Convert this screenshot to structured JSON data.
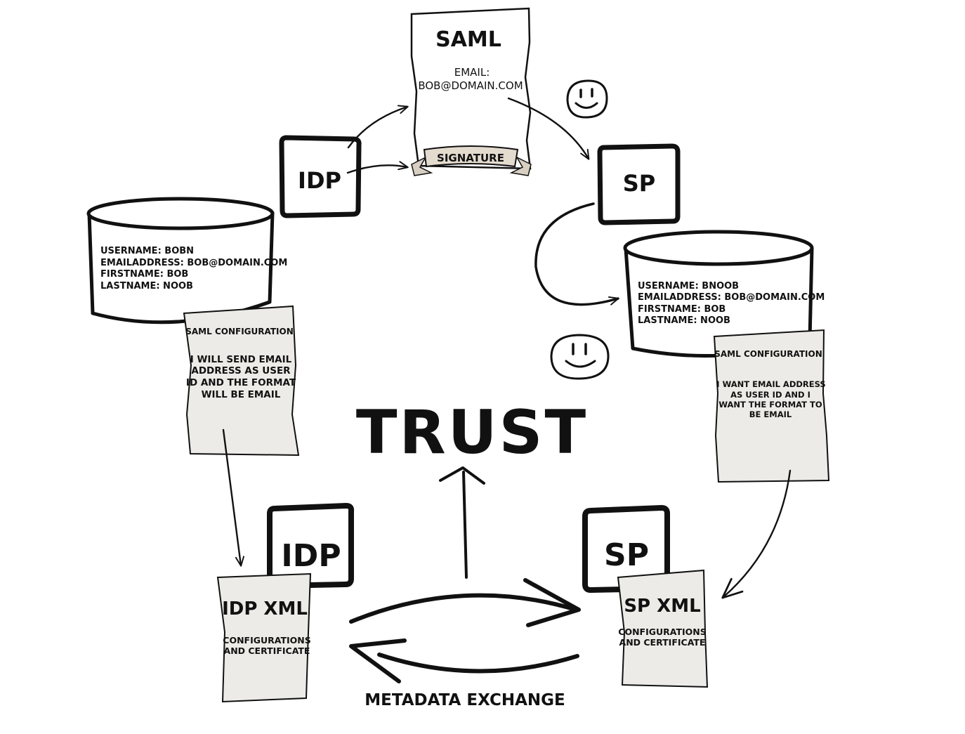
{
  "saml_document": {
    "title": "SAML",
    "email_label": "EMAIL:",
    "email_value": "BOB@DOMAIN.COM",
    "signature": "SIGNATURE"
  },
  "idp_box_top": {
    "label": "IDP"
  },
  "sp_box_top": {
    "label": "SP"
  },
  "idp_database": {
    "lines": [
      "USERNAME: BOBN",
      "EMAILADDRESS: BOB@DOMAIN.COM",
      "FIRSTNAME: BOB",
      "LASTNAME: NOOB"
    ]
  },
  "sp_database": {
    "lines": [
      "USERNAME: BNOOB",
      "EMAILADDRESS: BOB@DOMAIN.COM",
      "FIRSTNAME: BOB",
      "LASTNAME: NOOB"
    ]
  },
  "idp_saml_config": {
    "title": "SAML CONFIGURATION",
    "lines": [
      "I WILL SEND EMAIL",
      "ADDRESS AS USER",
      "ID AND THE FORMAT",
      "WILL BE EMAIL"
    ]
  },
  "sp_saml_config": {
    "title": "SAML CONFIGURATION",
    "lines": [
      "I WANT EMAIL ADDRESS",
      "AS USER ID AND I",
      "WANT THE FORMAT TO",
      "BE EMAIL"
    ]
  },
  "center_label": "TRUST",
  "idp_box_bottom": {
    "label": "IDP"
  },
  "sp_box_bottom": {
    "label": "SP"
  },
  "idp_xml": {
    "title": "IDP XML",
    "lines": [
      "CONFIGURATIONS",
      "AND CERTIFICATE"
    ]
  },
  "sp_xml": {
    "title": "SP XML",
    "lines": [
      "CONFIGURATIONS",
      "AND CERTIFICATE"
    ]
  },
  "metadata_exchange_label": "METADATA EXCHANGE",
  "colors": {
    "ink": "#111111",
    "paper": "#ecebe7",
    "ribbon": "#e4dbcf"
  }
}
